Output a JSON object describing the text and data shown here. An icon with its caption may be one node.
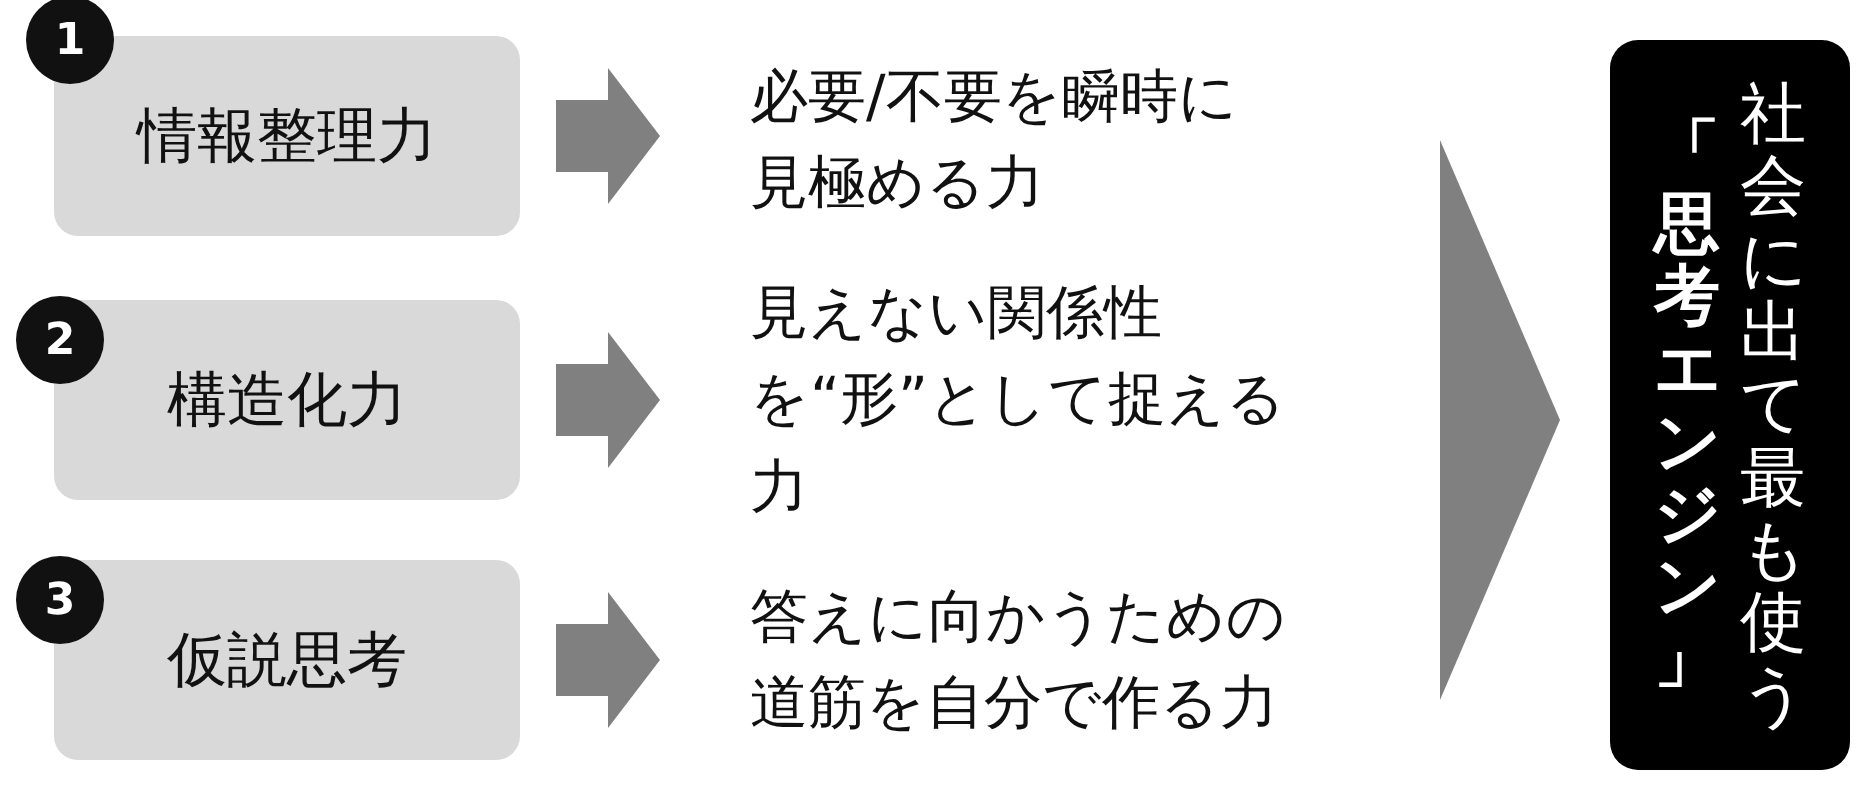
{
  "diagram": {
    "nodes": [
      {
        "text": [
          "1"
        ]
      },
      {
        "text": [
          "情報整理力"
        ]
      },
      {
        "text": [
          "必要/不要を瞬時に見極める力"
        ]
      },
      {
        "text": [
          "2"
        ]
      },
      {
        "text": [
          "構造化力"
        ]
      },
      {
        "text": [
          "見えない関係性を“形”として捉える力"
        ]
      },
      {
        "text": [
          "3"
        ]
      },
      {
        "text": [
          "仮説思考"
        ]
      },
      {
        "text": [
          "答えに向かうための道筋を自分で作る力"
        ]
      },
      {
        "text": [
          "「思考エンジン」",
          "社会に出て最も使う"
        ]
      }
    ],
    "edges": [
      {
        "from": 1,
        "to": 2,
        "arrow": "to"
      },
      {
        "from": 4,
        "to": 5,
        "arrow": "to"
      },
      {
        "from": 7,
        "to": 8,
        "arrow": "to"
      },
      {
        "from": null,
        "to": 9,
        "arrow": "to"
      }
    ]
  }
}
